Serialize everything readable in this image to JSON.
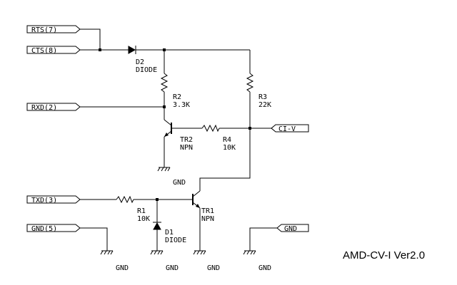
{
  "ports": {
    "rts": "RTS(7)",
    "cts": "CTS(8)",
    "rxd": "RXD(2)",
    "txd": "TXD(3)",
    "gnd5": "GND(5)",
    "civ": "CI-V",
    "gnd_out": "GND"
  },
  "components": {
    "d2": {
      "ref": "D2",
      "value": "DIODE"
    },
    "r2": {
      "ref": "R2",
      "value": "3.3K"
    },
    "r3": {
      "ref": "R3",
      "value": "22K"
    },
    "tr2": {
      "ref": "TR2",
      "value": "NPN"
    },
    "r4": {
      "ref": "R4",
      "value": "10K"
    },
    "r1": {
      "ref": "R1",
      "value": "10K"
    },
    "d1": {
      "ref": "D1",
      "value": "DIODE"
    },
    "tr1": {
      "ref": "TR1",
      "value": "NPN"
    }
  },
  "gnd_labels": {
    "tr2_emitter": "GND",
    "gnd5": "GND",
    "d1": "GND",
    "tr1": "GND",
    "gnd_port": "GND"
  },
  "title": "AMD-CV-I Ver2.0"
}
